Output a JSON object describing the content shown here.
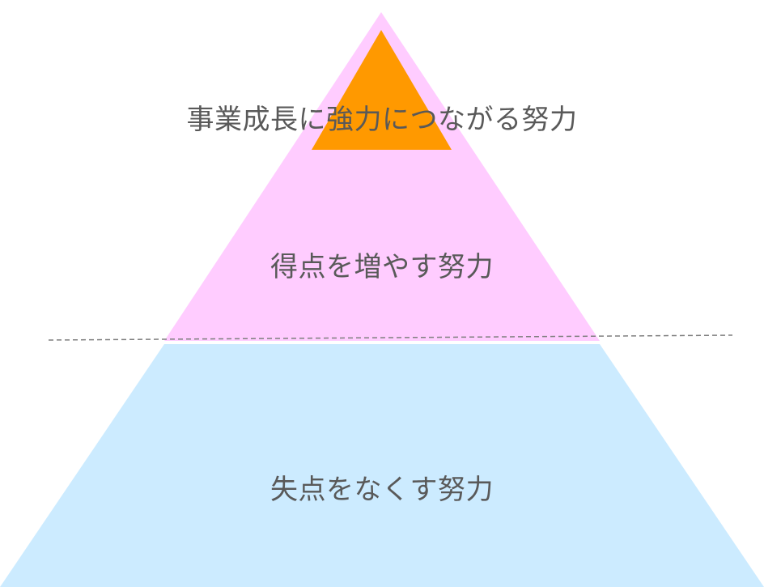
{
  "diagram": {
    "levels": [
      {
        "id": "top",
        "text": "事業成長に強力につながる努力",
        "color": "#FF9900"
      },
      {
        "id": "middle",
        "text": "得点を増やす努力",
        "color": "#FFCCFF"
      },
      {
        "id": "bottom",
        "text": "失点をなくす努力",
        "color": "#CCEBFF"
      }
    ],
    "divider_color": "#7F7F7F",
    "text_color": "#595959"
  }
}
